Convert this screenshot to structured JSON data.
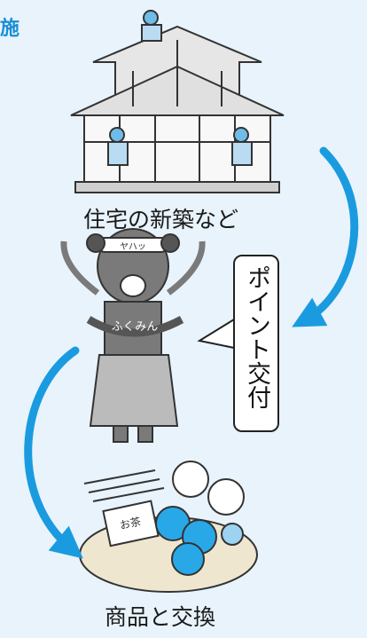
{
  "corner_text": "施",
  "steps": {
    "house_label": "住宅の新築など",
    "point_label": "ポイント交付",
    "goods_label": "商品と交換"
  },
  "mascot": {
    "sash_text": "ふくみん",
    "headband_text": "ヤハッ"
  },
  "goods": {
    "box_label": "お茶"
  },
  "colors": {
    "arrow": "#1a9be0",
    "fruit": "#29a8e8",
    "background": "#e8f3fb"
  },
  "icons": [
    "house-illustration",
    "mascot-illustration",
    "goods-basket-illustration",
    "curved-arrow-icon"
  ]
}
